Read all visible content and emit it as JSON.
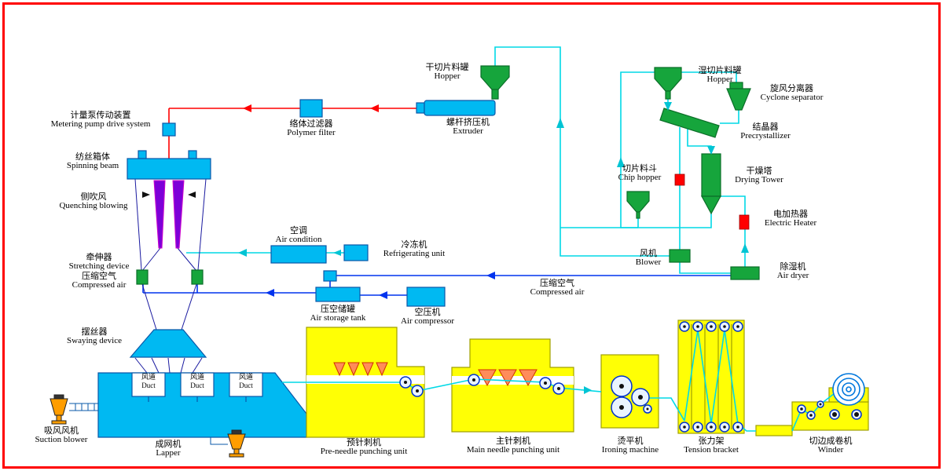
{
  "colors": {
    "border": "#ff0000",
    "pipe_cyan": "#00d9e6",
    "pipe_blue": "#0033ee",
    "melt_red": "#ff0000",
    "machine_cyan": "#00b9f2",
    "machine_green": "#16a53c",
    "machine_yellow": "#ffff05",
    "blower_orange": "#ff9d00",
    "filament_purple": "#7d00d8",
    "roller_blue": "#0033cc"
  },
  "labels": {
    "metering": {
      "zh": "计量泵传动装置",
      "en": "Metering pump drive system"
    },
    "spinning_beam": {
      "zh": "纺丝箱体",
      "en": "Spinning beam"
    },
    "quenching": {
      "zh": "侧吹风",
      "en": "Quenching blowing"
    },
    "stretching": {
      "zh": "牵伸器",
      "en": "Stretching device"
    },
    "compressed_air_left": {
      "zh": "压缩空气",
      "en": "Compressed air"
    },
    "swaying": {
      "zh": "摆丝器",
      "en": "Swaying device"
    },
    "suction_blower": {
      "zh": "吸风风机",
      "en": "Suction blower"
    },
    "lapper": {
      "zh": "成网机",
      "en": "Lapper"
    },
    "duct": {
      "zh": "风道",
      "en": "Duct"
    },
    "polymer_filter": {
      "zh": "络体过滤器",
      "en": "Polymer filter"
    },
    "extruder": {
      "zh": "螺杆挤压机",
      "en": "Extruder"
    },
    "hopper_dry": {
      "zh": "干切片料罐",
      "en": "Hopper"
    },
    "air_condition": {
      "zh": "空调",
      "en": "Air condition"
    },
    "refrigerating": {
      "zh": "冷冻机",
      "en": "Refrigerating unit"
    },
    "air_storage": {
      "zh": "压空储罐",
      "en": "Air storage tank"
    },
    "air_compressor": {
      "zh": "空压机",
      "en": "Air compressor"
    },
    "compressed_air_right": {
      "zh": "压缩空气",
      "en": "Compressed air"
    },
    "hopper_wet": {
      "zh": "湿切片料罐",
      "en": "Hopper"
    },
    "cyclone": {
      "zh": "旋风分离器",
      "en": "Cyclone separator"
    },
    "precrystallizer": {
      "zh": "结晶器",
      "en": "Precrystallizer"
    },
    "chip_hopper": {
      "zh": "切片料斗",
      "en": "Chip hopper"
    },
    "drying_tower": {
      "zh": "干燥塔",
      "en": "Drying Tower"
    },
    "electric_heater": {
      "zh": "电加热器",
      "en": "Electric Heater"
    },
    "blower": {
      "zh": "风机",
      "en": "Blower"
    },
    "air_dryer": {
      "zh": "除湿机",
      "en": "Air dryer"
    },
    "pre_needle": {
      "zh": "预针刺机",
      "en": "Pre-needle punching unit"
    },
    "main_needle": {
      "zh": "主针刺机",
      "en": "Main needle punching unit"
    },
    "ironing": {
      "zh": "烫平机",
      "en": "Ironing machine"
    },
    "tension": {
      "zh": "张力架",
      "en": "Tension bracket"
    },
    "winder": {
      "zh": "切边成卷机",
      "en": "Winder"
    }
  }
}
